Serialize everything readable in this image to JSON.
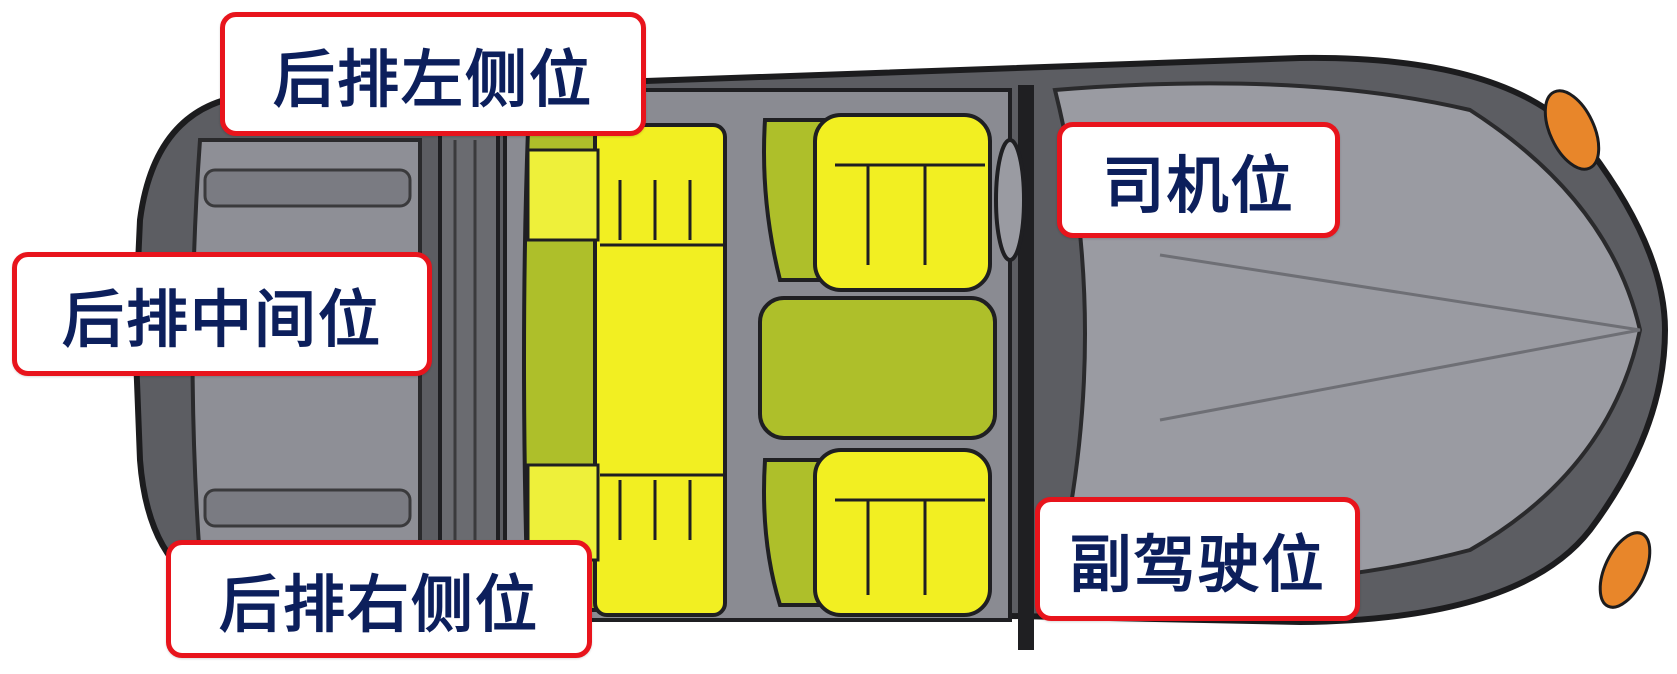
{
  "labels": {
    "rear_left": "后排左侧位",
    "rear_middle": "后排中间位",
    "rear_right": "后排右侧位",
    "driver": "司机位",
    "passenger": "副驾驶位"
  },
  "colors": {
    "label_border": "#e8141c",
    "label_text": "#0c1f5c",
    "car_body": "#5c5d62",
    "car_interior": "#8a8b92",
    "seat_yellow": "#f2ef22",
    "seat_green": "#aebf2a",
    "headlight_orange": "#e8862a"
  },
  "icons": {
    "car": "car-top-view-icon"
  }
}
